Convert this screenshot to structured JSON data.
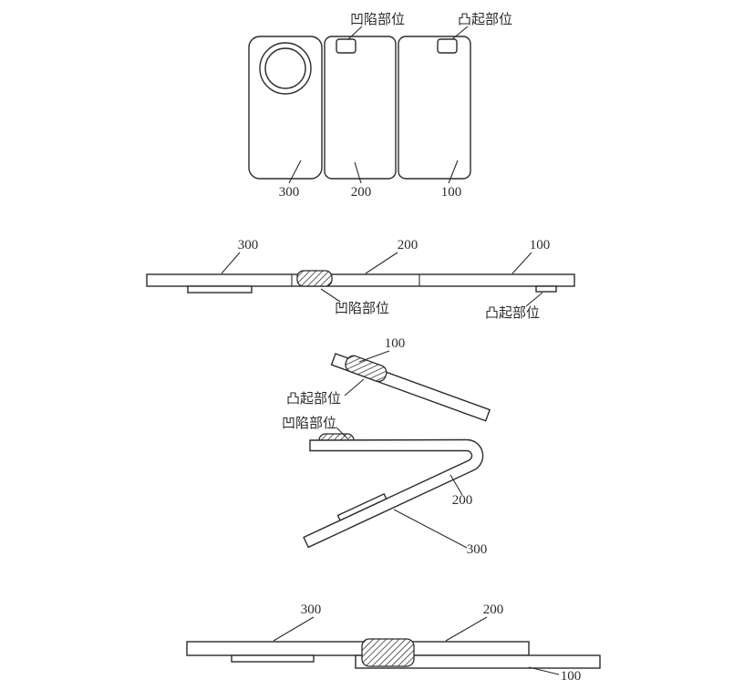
{
  "palette": {
    "background": "#ffffff",
    "ink": "#2b2b2b"
  },
  "figure": {
    "views": {
      "top": {
        "recess": "凹陷部位",
        "protrusion": "凸起部位",
        "panel300": "300",
        "panel200": "200",
        "panel100": "100"
      },
      "side_flat": {
        "panel300": "300",
        "panel200": "200",
        "panel100": "100",
        "recess": "凹陷部位",
        "protrusion": "凸起部位"
      },
      "side_folding": {
        "panel100": "100",
        "protrusion": "凸起部位",
        "recess": "凹陷部位",
        "panel200": "200",
        "panel300": "300"
      },
      "side_folded": {
        "panel300": "300",
        "pan200": "200",
        "panel200": "200",
        "panel100": "100"
      }
    }
  }
}
